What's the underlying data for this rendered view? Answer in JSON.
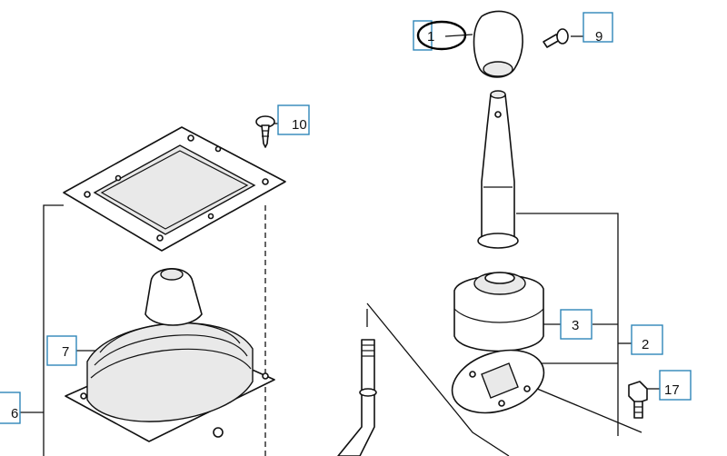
{
  "labels": {
    "p1": "1",
    "p2": "2",
    "p3": "3",
    "p6": "6",
    "p7": "7",
    "p9": "9",
    "p10": "10",
    "p17": "17"
  },
  "colors": {
    "label_border": "#2f86b8",
    "line": "#111111",
    "highlight": "#000000"
  }
}
